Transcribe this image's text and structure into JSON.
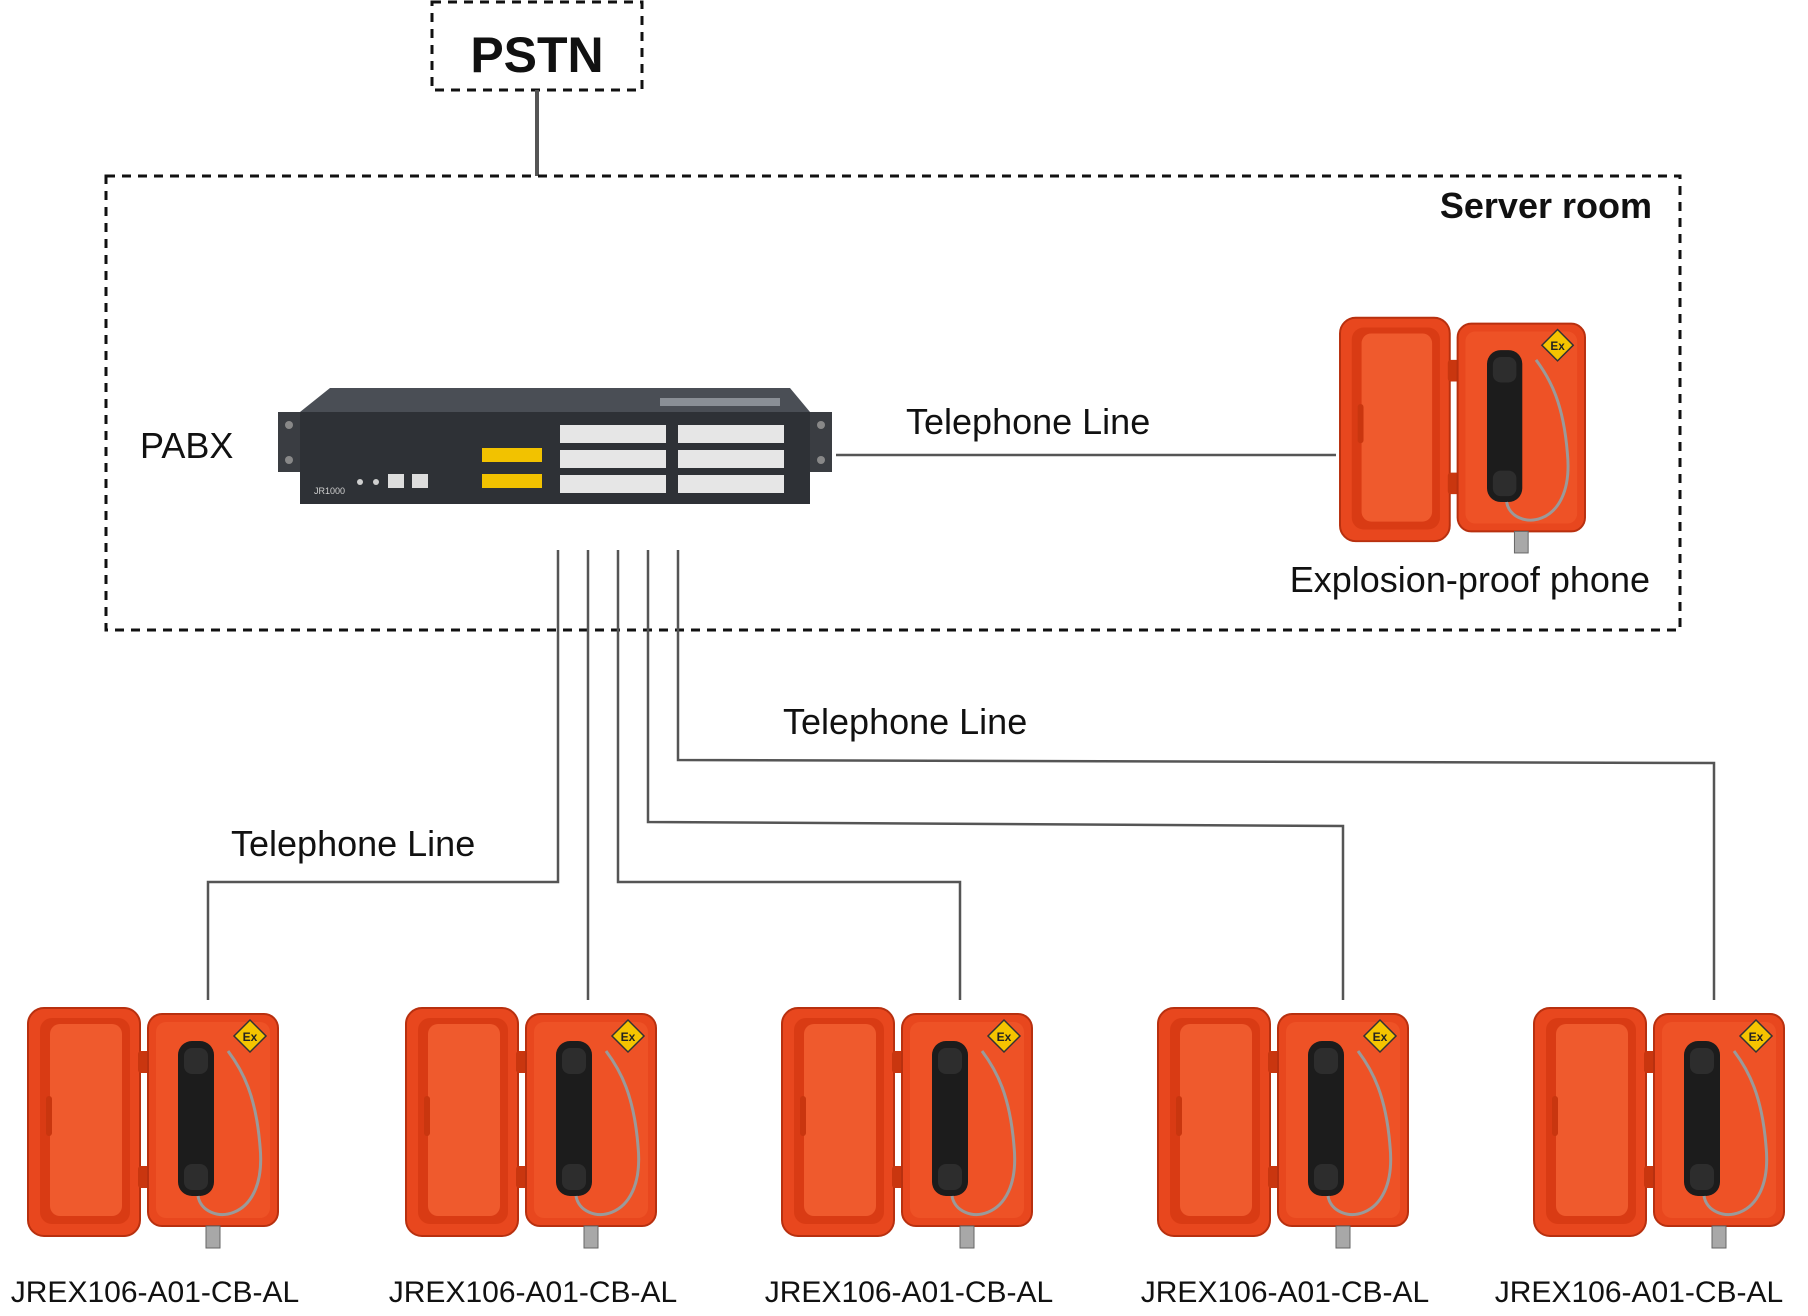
{
  "pstn": {
    "label": "PSTN"
  },
  "server_room": {
    "label": "Server room"
  },
  "pabx": {
    "label": "PABX",
    "model_text": "JR1000"
  },
  "connections": {
    "server_phone_label": "Telephone Line",
    "right_branch_label": "Telephone Line",
    "left_branch_label": "Telephone Line"
  },
  "server_phone": {
    "label": "Explosion-proof phone"
  },
  "field_phones": [
    {
      "model": "JREX106-A01-CB-AL"
    },
    {
      "model": "JREX106-A01-CB-AL"
    },
    {
      "model": "JREX106-A01-CB-AL"
    },
    {
      "model": "JREX106-A01-CB-AL"
    },
    {
      "model": "JREX106-A01-CB-AL"
    }
  ],
  "colors": {
    "phone_orange": "#e8471e",
    "phone_orange_dark": "#b8300f",
    "handset": "#1c1c1c",
    "pabx_body": "#2e3136",
    "pabx_port_yellow": "#f2c200",
    "line": "#555555",
    "dashed_border": "#111111"
  }
}
